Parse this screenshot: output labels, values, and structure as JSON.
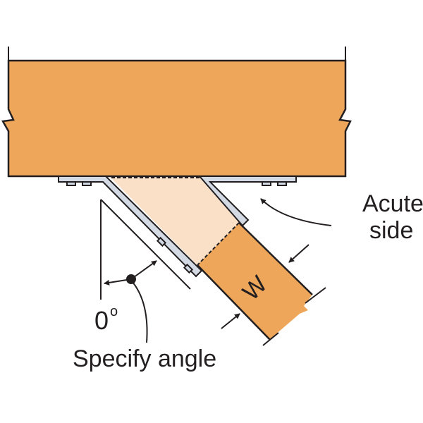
{
  "labels": {
    "acute_line1": "Acute",
    "acute_line2": "side",
    "angle_value": "0",
    "angle_degree": "o",
    "specify_angle": "Specify angle",
    "width": "W"
  },
  "colors": {
    "wood": "#eea75a",
    "wood_light": "#fbe0c8",
    "steel": "#d3dae3",
    "line": "#231f20"
  }
}
